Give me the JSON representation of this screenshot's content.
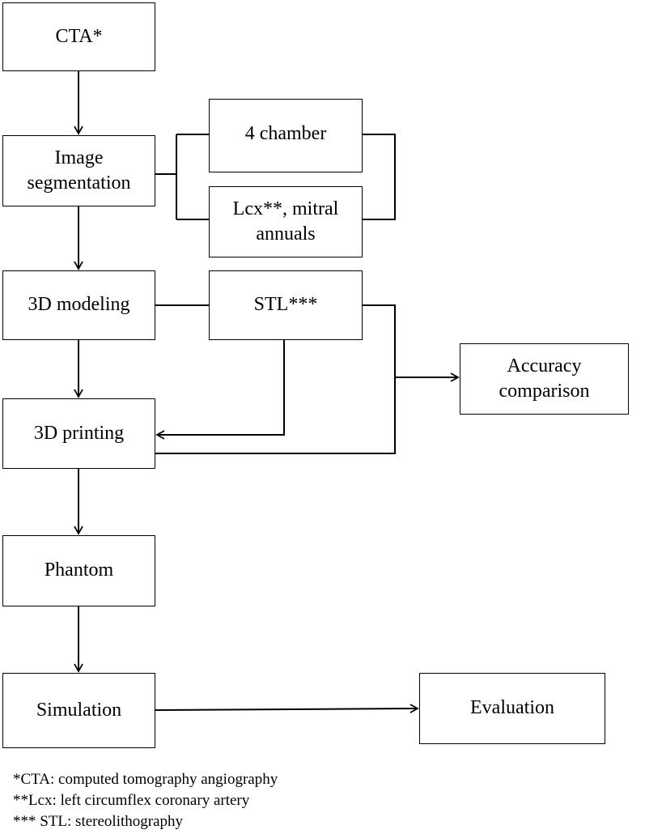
{
  "nodes": {
    "cta": "CTA*",
    "segmentation": "Image\nsegmentation",
    "four_chamber": "4 chamber",
    "lcx_mitral": "Lcx**, mitral\nannuals",
    "modeling": "3D modeling",
    "stl": "STL***",
    "accuracy": "Accuracy\ncomparison",
    "printing": "3D printing",
    "phantom": "Phantom",
    "simulation": "Simulation",
    "evaluation": "Evaluation"
  },
  "footnotes": [
    "*CTA: computed tomography angiography",
    "**Lcx: left circumflex coronary artery",
    "*** STL: stereolithography"
  ],
  "colors": {
    "stroke": "#000000",
    "background": "#ffffff"
  }
}
